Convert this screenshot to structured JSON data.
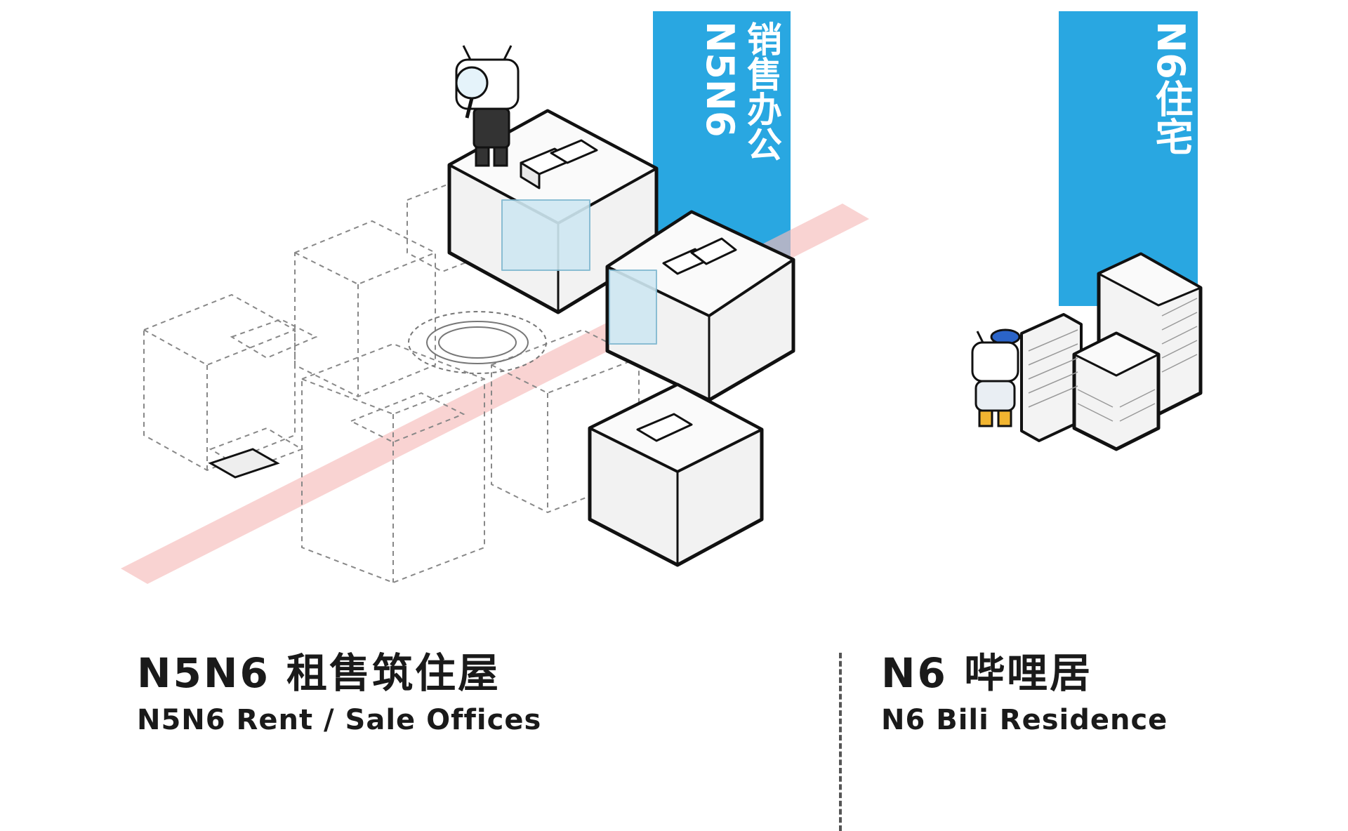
{
  "banners": {
    "office": {
      "line1": "N5N6",
      "line2": "销售办公",
      "color": "#29a7e1"
    },
    "residence": {
      "label": "N6住宅",
      "color": "#29a7e1"
    }
  },
  "captions": {
    "left": {
      "zh": "N5N6 租售筑住屋",
      "en": "N5N6 Rent / Sale Offices"
    },
    "right": {
      "zh": "N6 哔哩居",
      "en": "N6 Bili Residence"
    }
  },
  "colors": {
    "accent": "#29a7e1",
    "outline": "#111111",
    "glass": "#cfe8f3",
    "band": "#f7c9c7"
  },
  "icons": [
    "tv-mascot-detective-icon",
    "tv-mascot-cap-icon"
  ]
}
